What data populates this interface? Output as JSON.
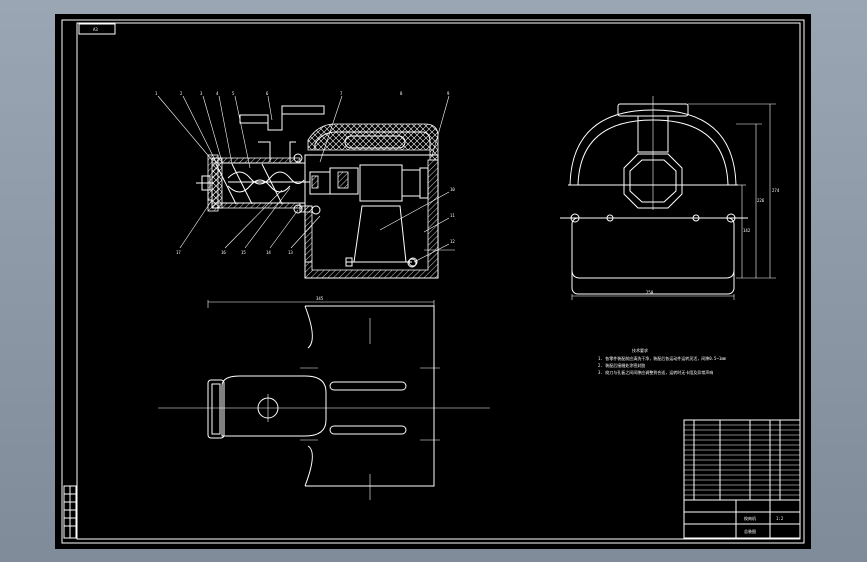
{
  "drawing": {
    "title_tag": "A3",
    "part_numbers": [
      "1",
      "2",
      "3",
      "4",
      "5",
      "6",
      "7",
      "8",
      "9",
      "10",
      "11",
      "12",
      "13",
      "14",
      "15",
      "16",
      "17"
    ],
    "dimensions": {
      "front_height_outer": "274",
      "front_height_mid": "226",
      "front_height_inner": "142",
      "front_width": "250",
      "top_width": "345"
    },
    "notes_heading": "技术要求",
    "notes": [
      "1. 各零件装配前应清洗干净，装配后各运动件运转灵活，间隙0.5~1mm",
      "2. 装配后接缝处涂密封胶",
      "3. 绞刀与孔板之间间隙应调整到合适，运转时无卡阻及异常声响"
    ],
    "title_block": {
      "drawing_name": "绞肉机",
      "scale": "1:2",
      "sheet": "总装图"
    },
    "colors": {
      "sheet": "#000000",
      "line": "#ffffff",
      "frame_bg": "#8e9aa8"
    }
  }
}
